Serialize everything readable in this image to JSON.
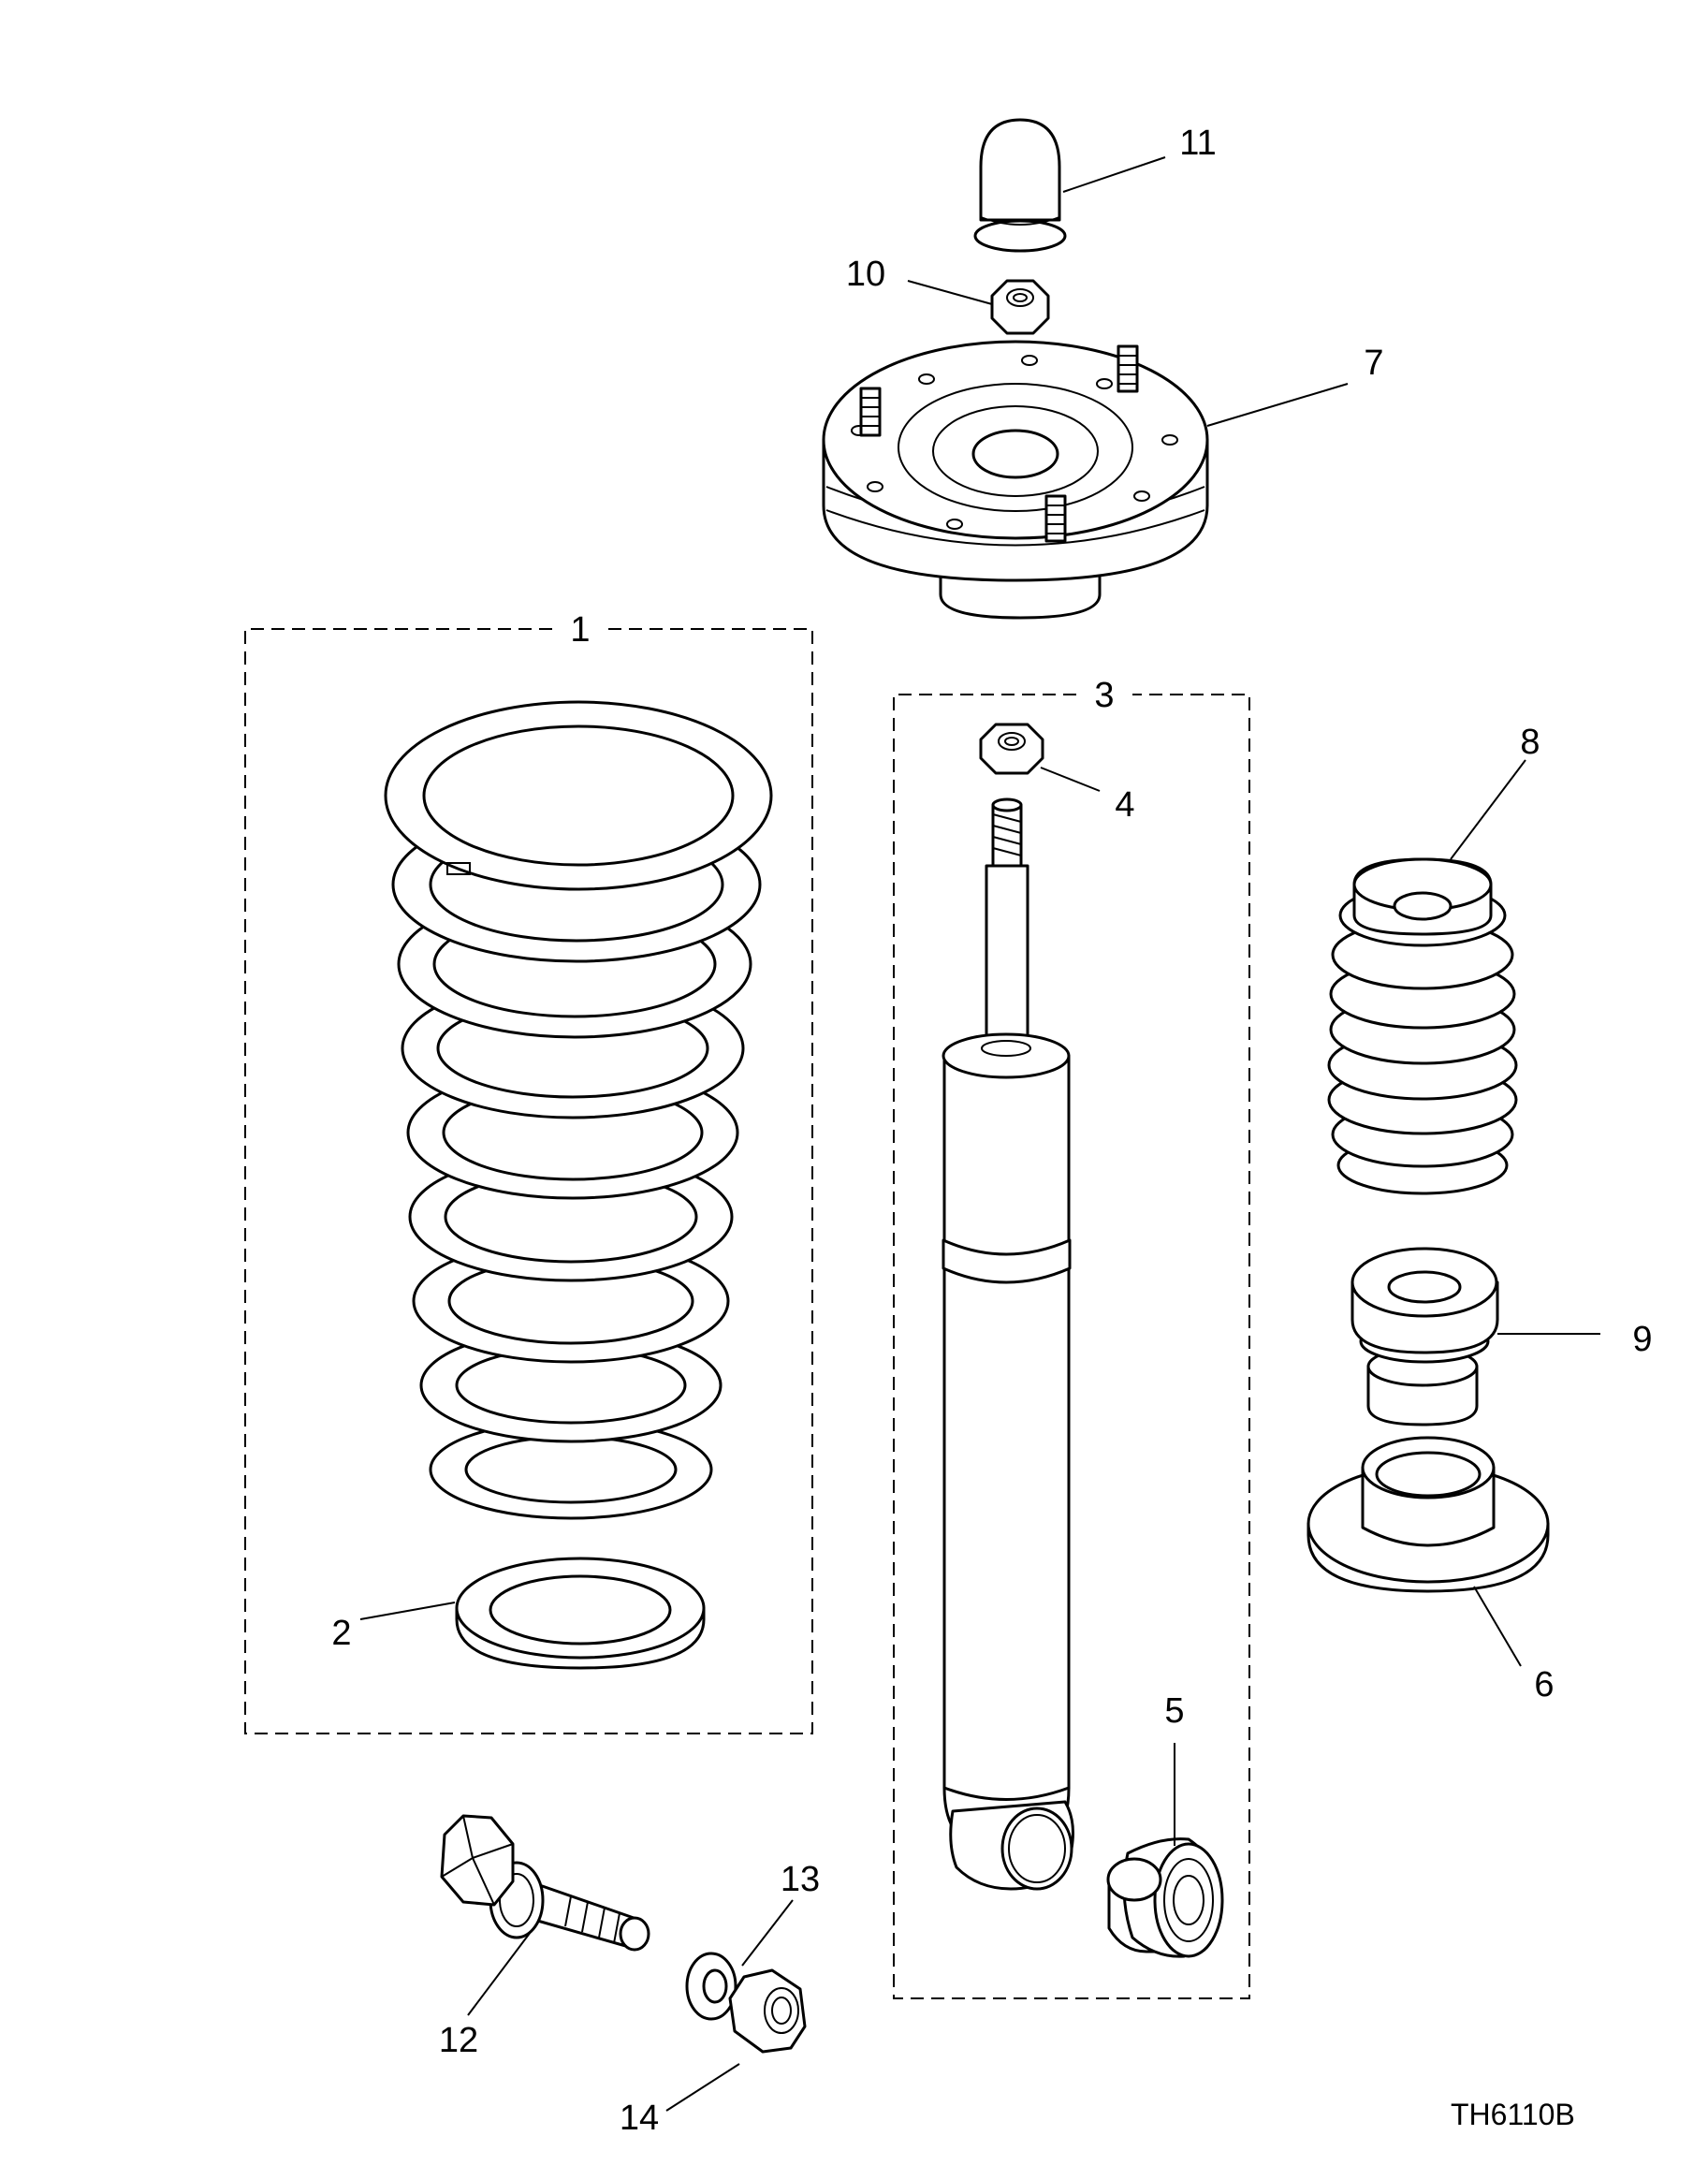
{
  "callouts": {
    "c1": "1",
    "c2": "2",
    "c3": "3",
    "c4": "4",
    "c5": "5",
    "c6": "6",
    "c7": "7",
    "c8": "8",
    "c9": "9",
    "c10": "10",
    "c11": "11",
    "c12": "12",
    "c13": "13",
    "c14": "14"
  },
  "reference_code": "TH6110B",
  "colors": {
    "line": "#000000",
    "background": "#ffffff"
  }
}
